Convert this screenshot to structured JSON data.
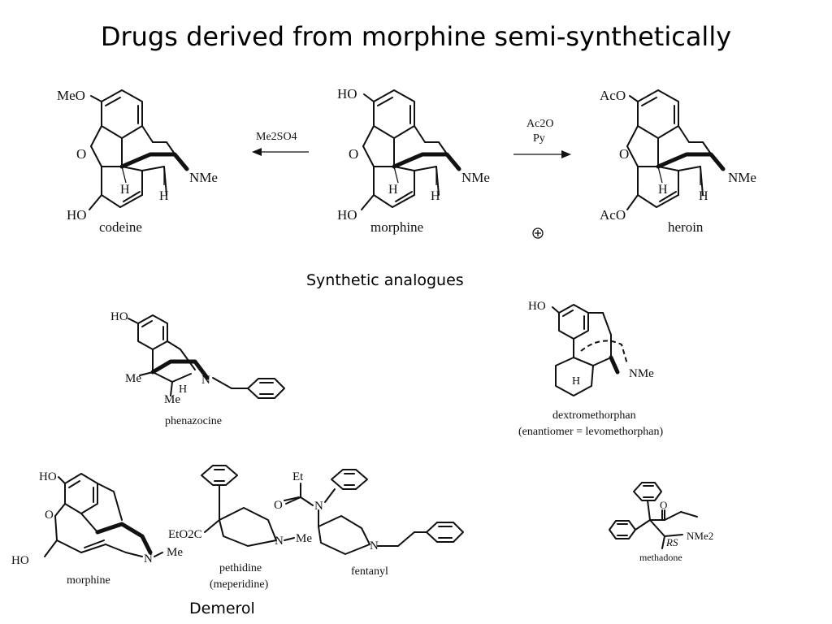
{
  "slide": {
    "title": "Drugs derived from morphine semi-synthetically",
    "synthetic_heading": "Synthetic analogues",
    "demerol_label": "Demerol"
  },
  "reaction": {
    "codeine": {
      "name": "codeine",
      "top_group": "MeO",
      "bottom_group": "HO",
      "amine": "NMe",
      "h": "H"
    },
    "morphine": {
      "name": "morphine",
      "top_group": "HO",
      "bottom_group": "HO",
      "amine": "NMe",
      "h": "H"
    },
    "heroin": {
      "name": "heroin",
      "top_group": "AcO",
      "bottom_group": "AcO",
      "amine": "NMe",
      "h": "H"
    },
    "arrow_left": {
      "reagent": "Me2SO4"
    },
    "arrow_right": {
      "reagent_line1": "Ac2O",
      "reagent_line2": "Py"
    }
  },
  "analogues": {
    "phenazocine": {
      "name": "phenazocine",
      "oh": "HO",
      "me1": "Me",
      "me2": "Me",
      "n": "N",
      "h": "H"
    },
    "dextromethorphan": {
      "name": "dextromethorphan",
      "note": "(enantiomer = levomethorphan)",
      "oh": "HO",
      "amine": "NMe",
      "h": "H"
    },
    "morphine2": {
      "name": "morphine",
      "oh_top": "HO",
      "oh_left": "HO",
      "amine": "N",
      "me": "Me"
    },
    "pethidine": {
      "name": "pethidine",
      "alt_name": "(meperidine)",
      "ester": "EtO2C",
      "amine": "N",
      "me": "Me"
    },
    "fentanyl": {
      "name": "fentanyl",
      "acyl": "Et",
      "o": "O",
      "n1": "N",
      "n2": "N"
    },
    "methadone": {
      "name": "methadone",
      "o": "O",
      "amine": "NMe2",
      "stereo": "RS"
    }
  }
}
